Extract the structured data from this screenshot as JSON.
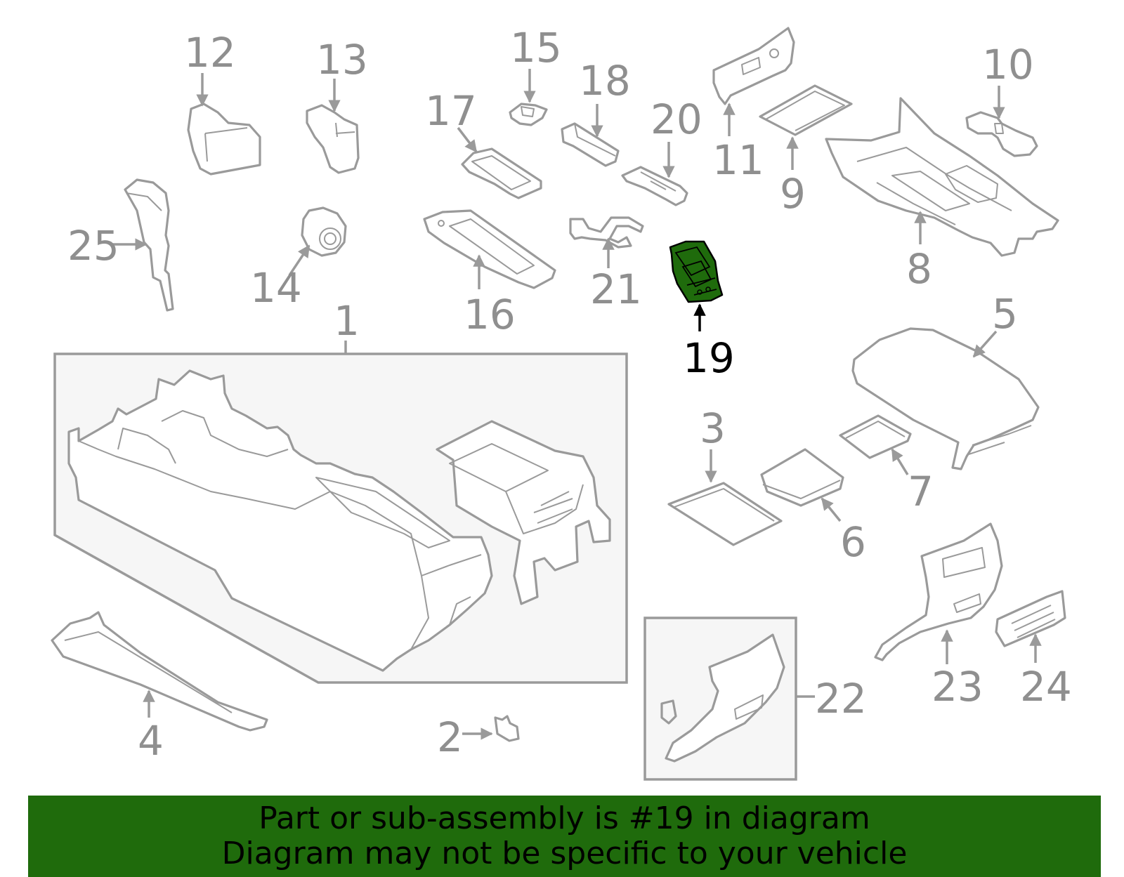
{
  "colors": {
    "line": "#9a9a9a",
    "highlight_fill": "#1f6b0c",
    "banner_bg": "#1f6b0c",
    "highlight_label": "#000000"
  },
  "callouts": {
    "c1": "1",
    "c2": "2",
    "c3": "3",
    "c4": "4",
    "c5": "5",
    "c6": "6",
    "c7": "7",
    "c8": "8",
    "c9": "9",
    "c10": "10",
    "c11": "11",
    "c12": "12",
    "c13": "13",
    "c14": "14",
    "c15": "15",
    "c16": "16",
    "c17": "17",
    "c18": "18",
    "c19": "19",
    "c20": "20",
    "c21": "21",
    "c22": "22",
    "c23": "23",
    "c24": "24",
    "c25": "25"
  },
  "highlighted_part": "19",
  "banner": {
    "line1": "Part or sub-assembly is #19 in diagram",
    "line2": "Diagram may not be specific to your vehicle"
  }
}
